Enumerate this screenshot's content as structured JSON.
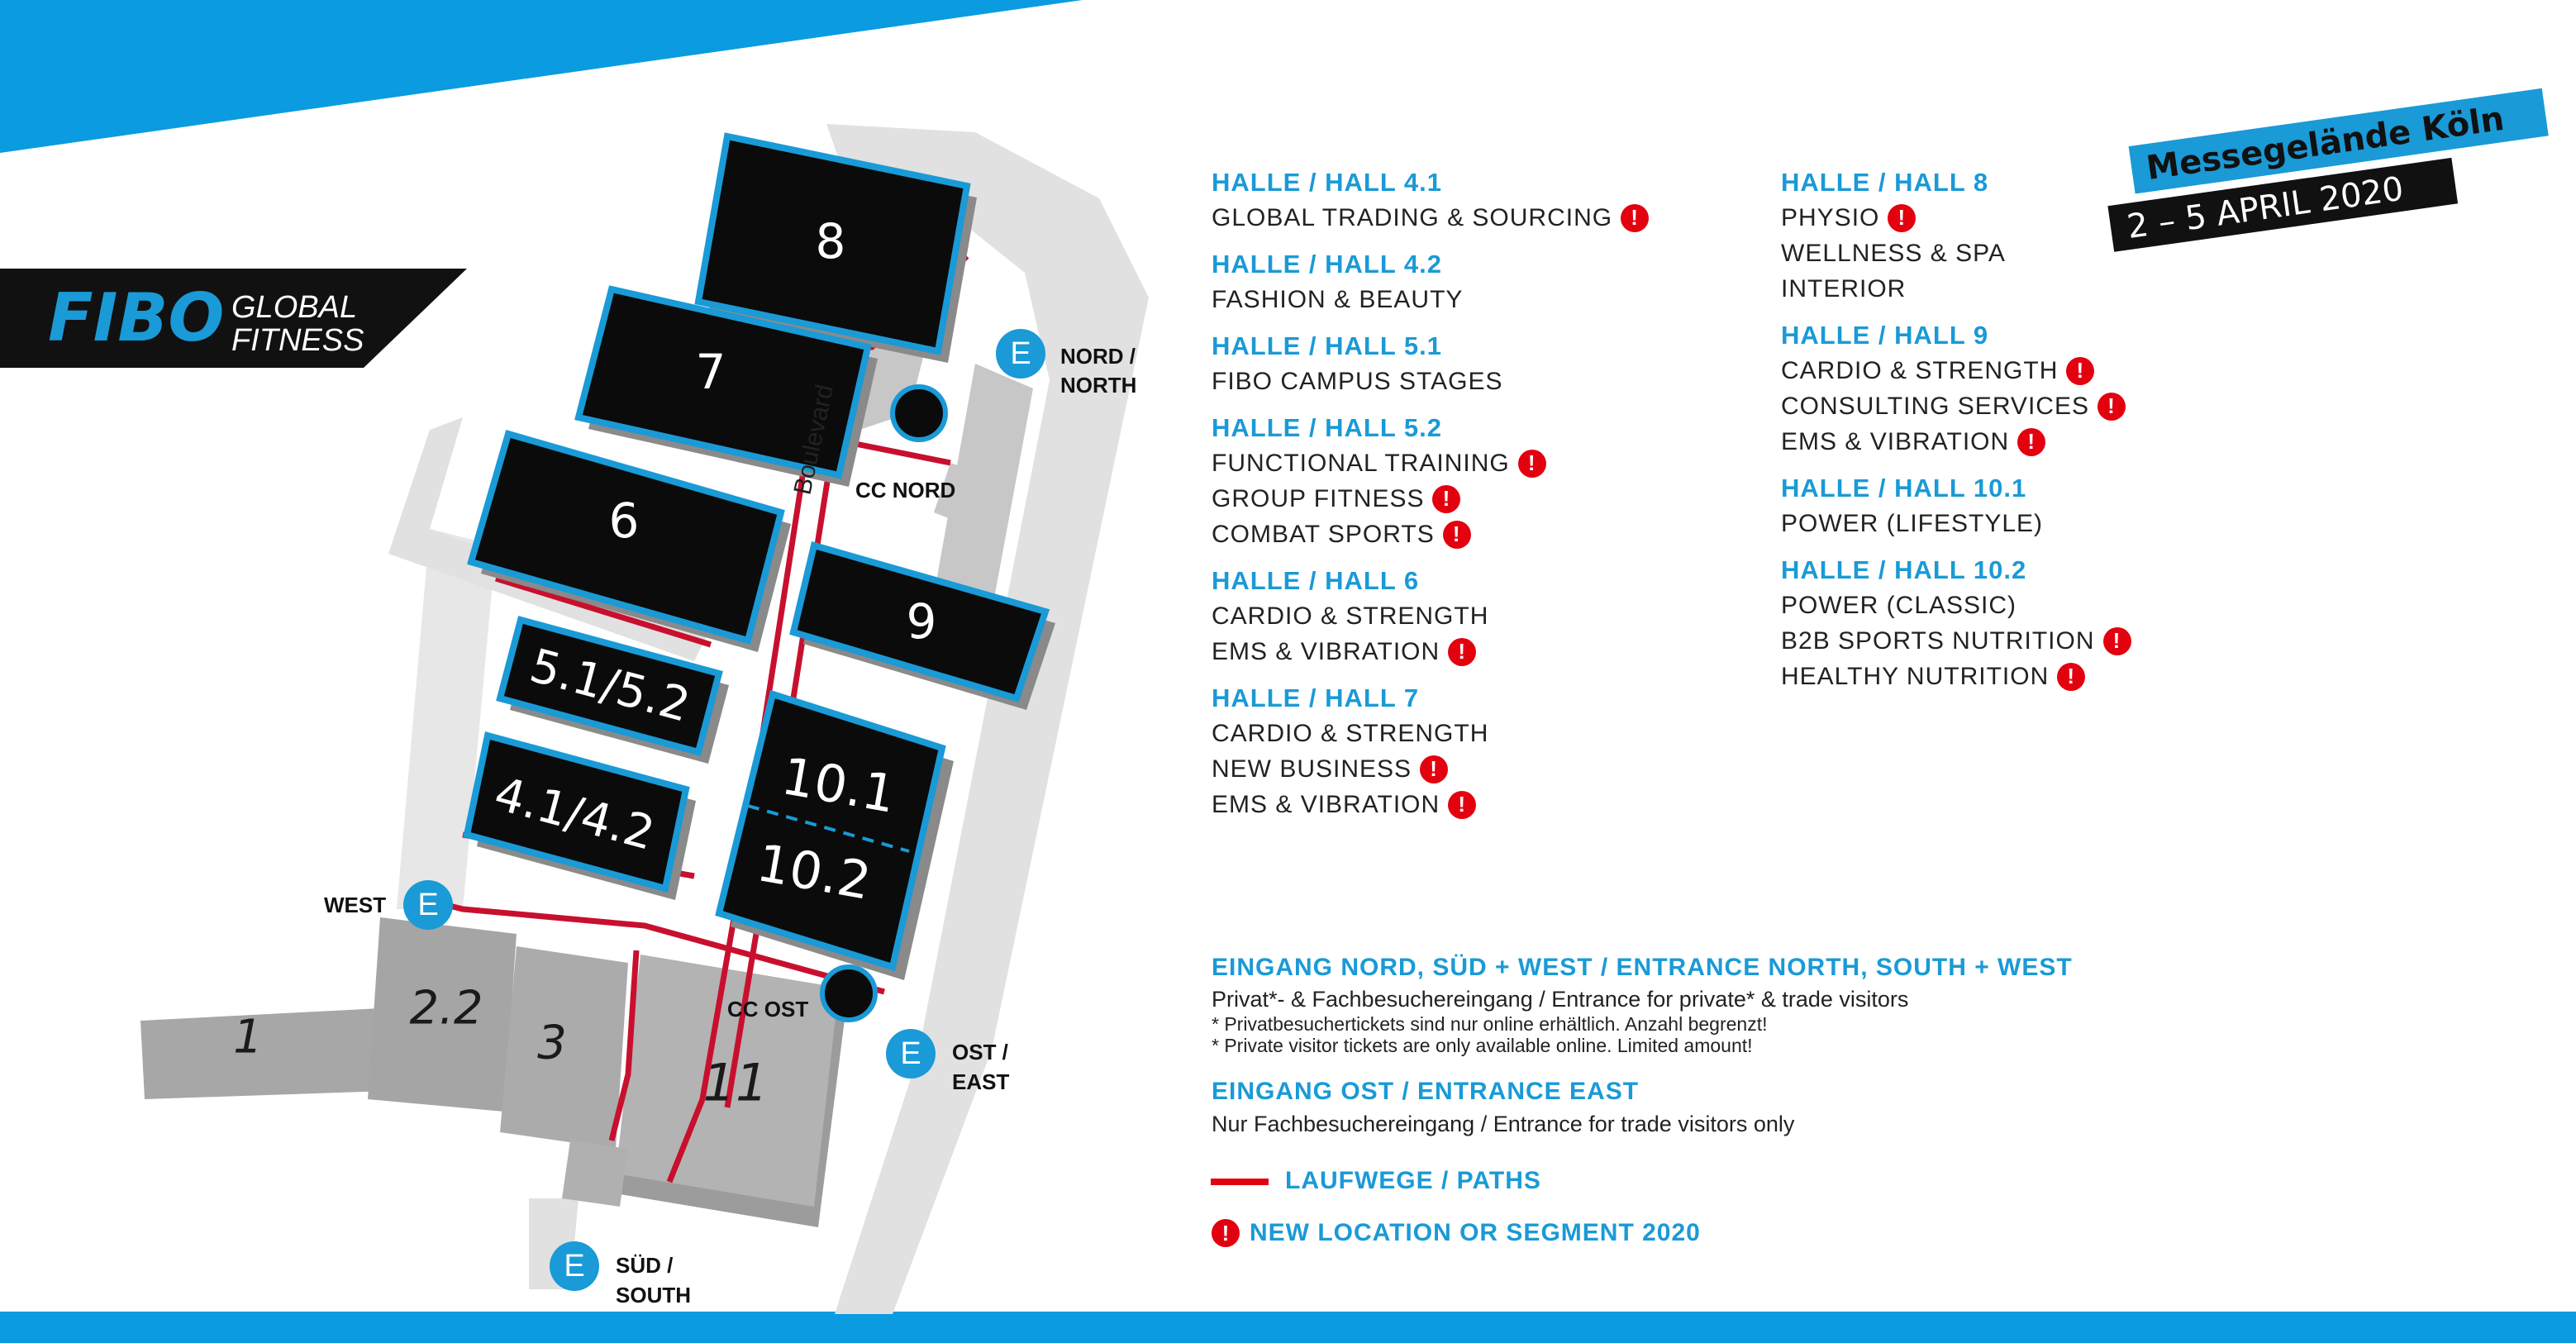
{
  "logo": {
    "brand": "FIBO",
    "line1": "GLOBAL",
    "line2": "FITNESS"
  },
  "event": {
    "venue": "Messegelände Köln",
    "dates": "2 – 5 APRIL 2020"
  },
  "map": {
    "halls": {
      "h8": "8",
      "h7": "7",
      "h6": "6",
      "h9": "9",
      "h51": "5.1/5.2",
      "h41": "4.1/4.2",
      "h101": "10.1",
      "h102": "10.2"
    },
    "buildings": {
      "b1": "1",
      "b22": "2.2",
      "b3": "3",
      "b11": "11"
    },
    "boulevard": "Boulevard",
    "cc_nord": "CC NORD",
    "cc_ost": "CC OST",
    "entrance_letter": "E",
    "gates": {
      "north_1": "NORD /",
      "north_2": "NORTH",
      "west": "WEST",
      "east_1": "OST /",
      "east_2": "EAST",
      "south_1": "SÜD /",
      "south_2": "SOUTH"
    }
  },
  "legend": {
    "left": [
      {
        "title": "HALLE / HALL 4.1",
        "items": [
          {
            "text": "GLOBAL TRADING & SOURCING",
            "new": true
          }
        ]
      },
      {
        "title": "HALLE / HALL 4.2",
        "items": [
          {
            "text": "FASHION & BEAUTY",
            "new": false
          }
        ]
      },
      {
        "title": "HALLE / HALL 5.1",
        "items": [
          {
            "text": "FIBO CAMPUS STAGES",
            "new": false
          }
        ]
      },
      {
        "title": "HALLE / HALL 5.2",
        "items": [
          {
            "text": "FUNCTIONAL TRAINING",
            "new": true
          },
          {
            "text": "GROUP FITNESS",
            "new": true
          },
          {
            "text": "COMBAT SPORTS",
            "new": true
          }
        ]
      },
      {
        "title": "HALLE / HALL 6",
        "items": [
          {
            "text": "CARDIO & STRENGTH",
            "new": false
          },
          {
            "text": "EMS & VIBRATION",
            "new": true
          }
        ]
      },
      {
        "title": "HALLE / HALL 7",
        "items": [
          {
            "text": "CARDIO & STRENGTH",
            "new": false
          },
          {
            "text": "NEW BUSINESS",
            "new": true
          },
          {
            "text": "EMS & VIBRATION",
            "new": true
          }
        ]
      }
    ],
    "right": [
      {
        "title": "HALLE / HALL 8",
        "items": [
          {
            "text": "PHYSIO",
            "new": true
          },
          {
            "text": "WELLNESS & SPA",
            "new": false
          },
          {
            "text": "INTERIOR",
            "new": false
          }
        ]
      },
      {
        "title": "HALLE / HALL 9",
        "items": [
          {
            "text": "CARDIO & STRENGTH",
            "new": true
          },
          {
            "text": "CONSULTING SERVICES",
            "new": true
          },
          {
            "text": "EMS & VIBRATION",
            "new": true
          }
        ]
      },
      {
        "title": "HALLE / HALL 10.1",
        "items": [
          {
            "text": "POWER (LIFESTYLE)",
            "new": false
          }
        ]
      },
      {
        "title": "HALLE / HALL 10.2",
        "items": [
          {
            "text": "POWER (CLASSIC)",
            "new": false
          },
          {
            "text": "B2B SPORTS NUTRITION",
            "new": true
          },
          {
            "text": "HEALTHY NUTRITION",
            "new": true
          }
        ]
      }
    ],
    "warn_symbol": "!"
  },
  "entrances": {
    "nsw_title": "EINGANG NORD, SÜD + WEST / ENTRANCE NORTH, SOUTH + WEST",
    "nsw_line1": "Privat*- & Fachbesuchereingang / Entrance for private* & trade visitors",
    "nsw_note1": "* Privatbesuchertickets sind nur online erhältlich. Anzahl begrenzt!",
    "nsw_note2": "* Private visitor tickets are only available online. Limited amount!",
    "east_title": "EINGANG OST / ENTRANCE EAST",
    "east_line": "Nur Fachbesuchereingang / Entrance for trade visitors only",
    "paths_label": "LAUFWEGE / PATHS",
    "new_label": "NEW LOCATION OR SEGMENT 2020"
  },
  "colors": {
    "blue": "#1a9ad6",
    "red": "#e3000f",
    "hall": "#0b0b0b",
    "path": "#c8102e",
    "grey": "#b3b3b3"
  }
}
